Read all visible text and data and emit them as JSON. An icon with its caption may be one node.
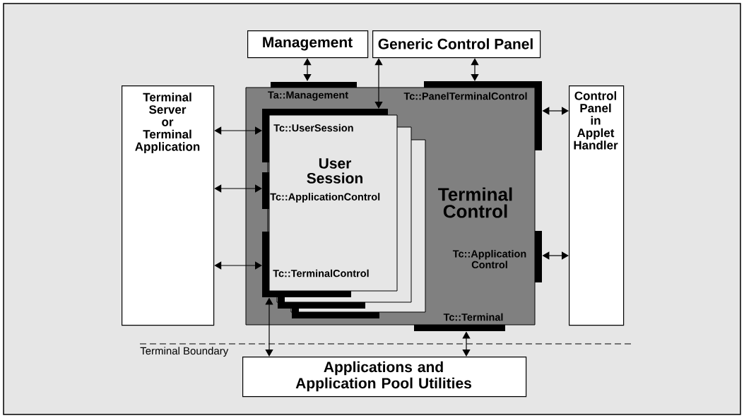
{
  "diagram": {
    "nodes": [
      {
        "text": [
          "Management"
        ]
      },
      {
        "text": [
          "Generic Control Panel"
        ]
      },
      {
        "text": [
          "Terminal Server or Terminal Application"
        ]
      },
      {
        "text": [
          "Ta::Management",
          "Tc::PanelTerminalControl",
          "Terminal Control",
          "Tc::Application Control",
          "Tc::Terminal"
        ]
      },
      {
        "text": [],
        "shape": "box",
        "in": 3
      },
      {
        "text": [],
        "shape": "box",
        "in": 3
      },
      {
        "text": [
          "Tc::UserSession",
          "User Session",
          "Tc::ApplicationControl",
          "Tc::TerminalControl"
        ],
        "in": 3
      },
      {
        "text": [
          "Control Panel in Applet Handler"
        ]
      },
      {
        "text": [
          "Applications and Application Pool Utilities"
        ]
      }
    ],
    "edges": [
      {
        "from": 0,
        "to": 3,
        "arrow": "both"
      },
      {
        "from": 6,
        "to": 1,
        "arrow": "both"
      },
      {
        "from": 1,
        "to": 3,
        "arrow": "both"
      },
      {
        "from": 2,
        "to": 6,
        "arrow": "both"
      },
      {
        "from": 2,
        "to": 6,
        "arrow": "both"
      },
      {
        "from": 2,
        "to": 6,
        "arrow": "both"
      },
      {
        "from": 3,
        "to": 7,
        "arrow": "both"
      },
      {
        "from": 3,
        "to": 7,
        "arrow": "both"
      },
      {
        "from": 6,
        "to": 8,
        "arrow": "both"
      },
      {
        "from": 3,
        "to": 8,
        "arrow": "both"
      }
    ],
    "labels": [
      "Terminal Boundary"
    ]
  }
}
